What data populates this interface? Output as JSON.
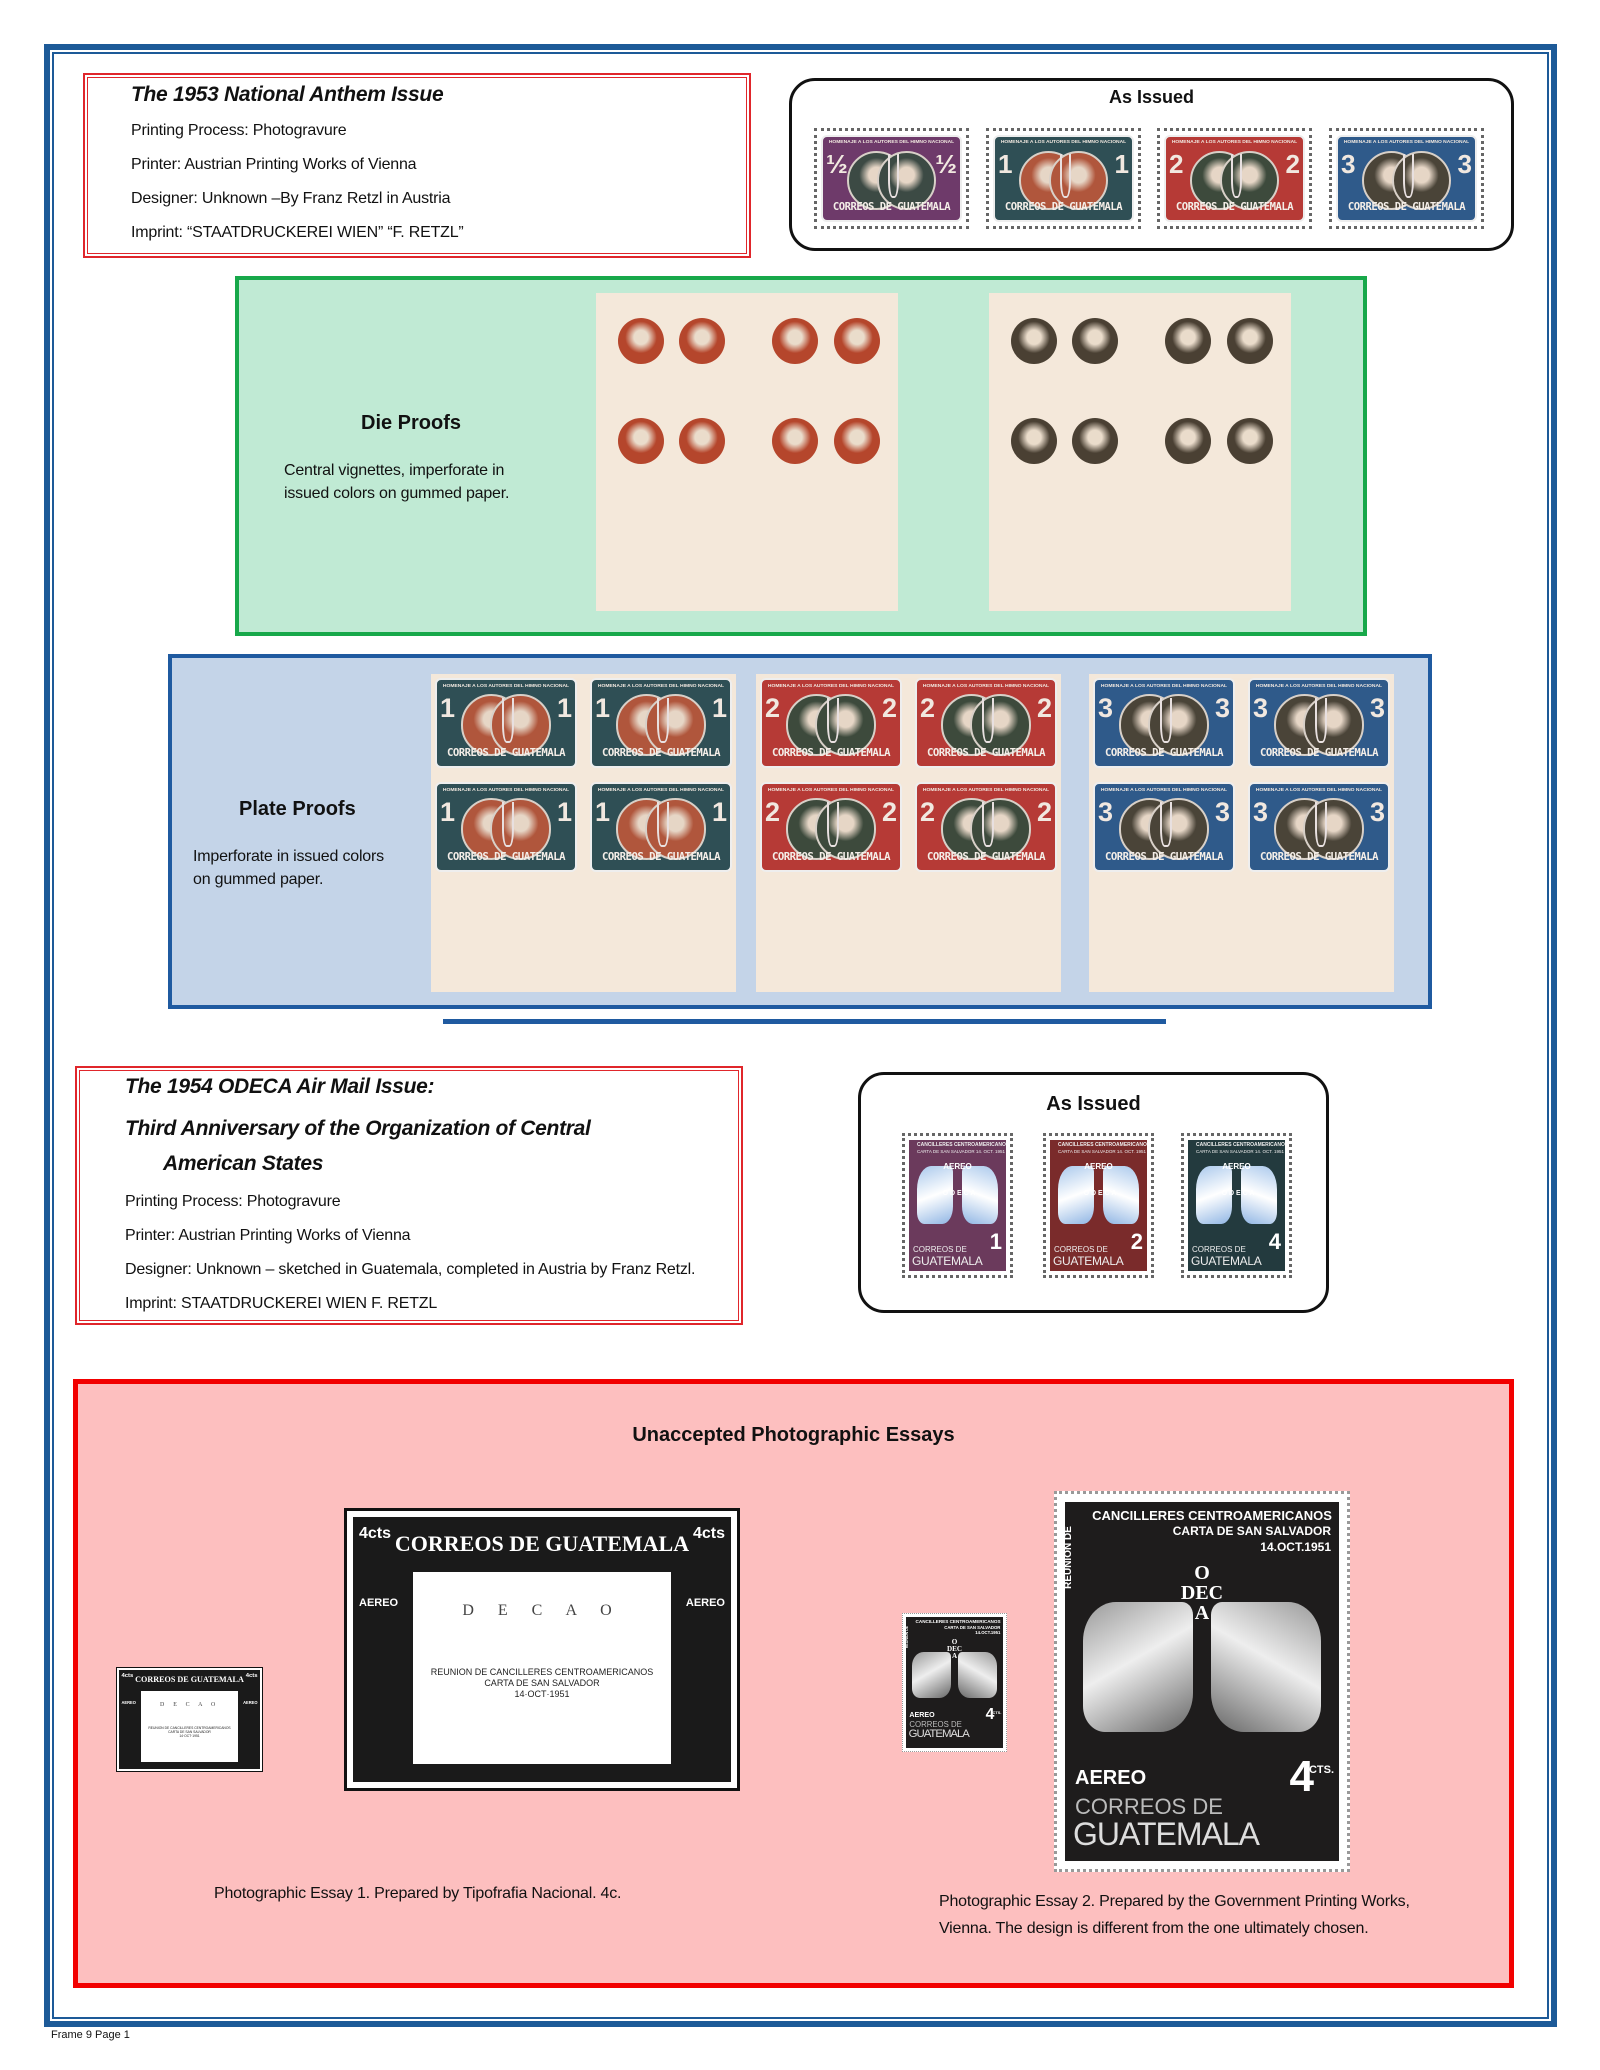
{
  "issue1953": {
    "title": "The 1953 National Anthem Issue",
    "lines": [
      "Printing Process: Photogravure",
      "Printer: Austrian Printing Works of Vienna",
      "Designer: Unknown –By Franz Retzl in Austria",
      "Imprint: “STAATDRUCKEREI WIEN”  “F. RETZL”"
    ],
    "as_issued_label": "As Issued",
    "stamp_header": "HOMENAJE A LOS AUTORES DEL HIMNO NACIONAL",
    "stamp_footer": "CORREOS DE GUATEMALA",
    "stamps": [
      {
        "denom": "½",
        "frame": "#6e3a6a",
        "portrait": "#3c4a44"
      },
      {
        "denom": "1",
        "frame": "#2f4f55",
        "portrait": "#b0563c"
      },
      {
        "denom": "2",
        "frame": "#b63a36",
        "portrait": "#3d4a3c"
      },
      {
        "denom": "3",
        "frame": "#2f5a8a",
        "portrait": "#4a4438"
      }
    ]
  },
  "die_proofs": {
    "title": "Die Proofs",
    "lines": [
      "Central vignettes, imperforate in",
      "issued colors on gummed paper."
    ],
    "colors": [
      "#b5462c",
      "#4a4033"
    ]
  },
  "plate_proofs": {
    "title": "Plate Proofs",
    "lines": [
      "Imperforate in issued colors",
      "on gummed paper."
    ]
  },
  "issue1954": {
    "title_lines": [
      "The 1954 ODECA Air Mail Issue:",
      "Third Anniversary of the Organization of Central",
      "American States"
    ],
    "lines": [
      "Printing Process: Photogravure",
      "Printer: Austrian Printing Works of Vienna",
      "Designer: Unknown – sketched in Guatemala, completed in Austria by Franz Retzl.",
      "Imprint: STAATDRUCKEREI WIEN F. RETZL"
    ],
    "as_issued_label": "As Issued",
    "stamp_texts": {
      "top": "CANCILLERES CENTROAMERICANOS",
      "sub": "CARTA DE SAN SALVADOR",
      "date": "14. OCT. 1951",
      "side": "REUNION DE",
      "aereo": "AEREO",
      "odeca": "O D E C A",
      "correos": "CORREOS DE",
      "country": "GUATEMALA"
    },
    "stamps": [
      {
        "denom": "1",
        "frame": "#6b3a5c"
      },
      {
        "denom": "2",
        "frame": "#7a2b2b"
      },
      {
        "denom": "4",
        "frame": "#233a3e"
      }
    ]
  },
  "essays": {
    "title": "Unaccepted Photographic Essays",
    "essay1": {
      "caption": "Photographic Essay 1. Prepared by Tipofrafia Nacional. 4c.",
      "header": "CORREOS DE GUATEMALA",
      "value": "4cts",
      "aereo": "AEREO",
      "letters": "D E C A O",
      "bottom": [
        "REUNION DE CANCILLERES  CENTROAMERICANOS",
        "CARTA DE SAN SALVADOR",
        "14·OCT·1951"
      ]
    },
    "essay2": {
      "caption_lines": [
        "Photographic Essay 2. Prepared by the Government Printing Works,",
        "Vienna. The design is different from the one ultimately chosen."
      ],
      "top": "CANCILLERES CENTROAMERICANOS",
      "sub": "CARTA DE SAN SALVADOR",
      "date": "14.OCT.1951",
      "side": "REUNION DE",
      "odeca": [
        "O",
        "DEC",
        "A"
      ],
      "aereo": "AEREO",
      "value": "4",
      "cts": "CTS.",
      "correos": "CORREOS DE",
      "country": "GUATEMALA"
    }
  },
  "footer": "Frame 9 Page 1"
}
